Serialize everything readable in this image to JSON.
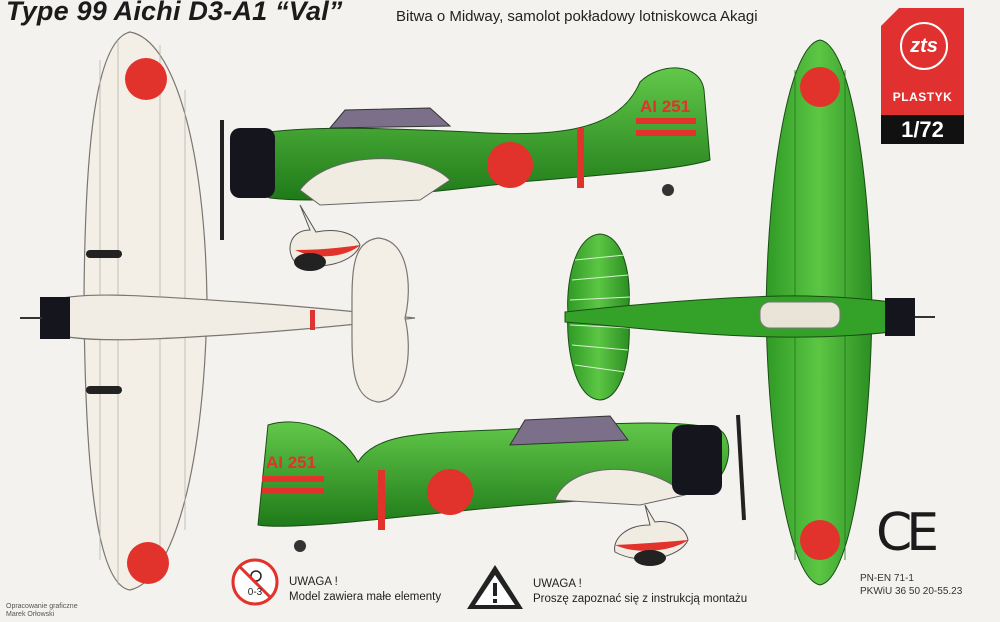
{
  "header": {
    "title": "Type 99 Aichi D3-A1 “Val”",
    "subtitle": "Bitwa o Midway, samolot pokładowy lotniskowca Akagi"
  },
  "logo": {
    "mark": "zts",
    "brand": "PLASTYK",
    "scale": "1/72"
  },
  "markings": {
    "tail_code": "AI 251"
  },
  "warnings": {
    "age": {
      "symbol": "0-3",
      "heading": "UWAGA !",
      "text": "Model zawiera małe elementy"
    },
    "instructions": {
      "heading": "UWAGA !",
      "text": "Proszę zapoznać się z instrukcją montażu"
    }
  },
  "compliance": {
    "mark": "CE",
    "standard": "PN-EN 71-1",
    "pkwiu": "PKWiU 36 50 20-55.23"
  },
  "credit": {
    "line1": "Opracowanie graficzne",
    "line2": "Marek Orłowski"
  },
  "colors": {
    "green": "#3cae2c",
    "dark_green": "#1f6b1a",
    "hinomaru": "#e2322c",
    "underside": "#f4efe6",
    "cowling": "#15151e",
    "logo_red": "#e03030"
  }
}
